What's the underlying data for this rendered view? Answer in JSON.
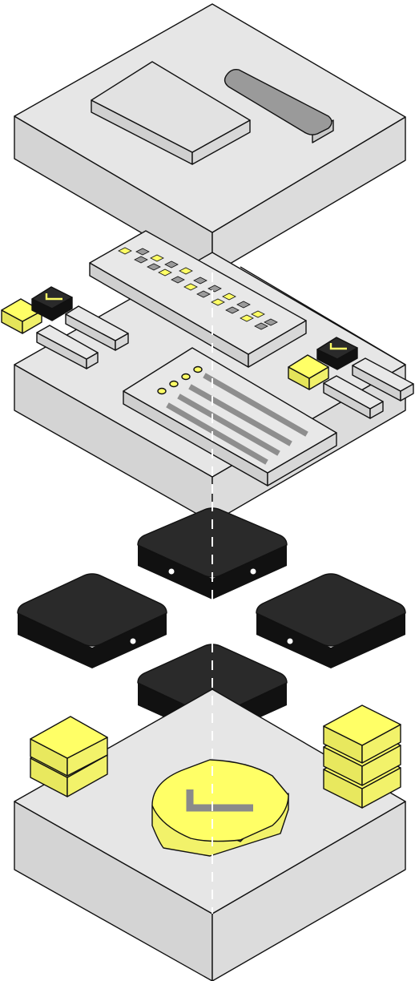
{
  "diagram": {
    "layers": [
      {
        "id": "layer-1",
        "label": "",
        "description_icon": "window-panel-icon"
      },
      {
        "id": "layer-2",
        "label": "",
        "description_icon": "dashboard-panel-icon"
      },
      {
        "id": "layer-3",
        "label": "",
        "description_icon": "node-cluster-icon"
      },
      {
        "id": "layer-4",
        "label": "",
        "description_icon": "shield-check-icon"
      }
    ],
    "colors": {
      "light_gray_top": "#e6e6e6",
      "light_gray_side": "#d6d6d6",
      "light_gray_dark": "#c8c8c8",
      "mid_gray": "#9a9a9a",
      "dark_block": "#2a2a2a",
      "black": "#111111",
      "accent_yellow": "#ffff66",
      "white": "#ffffff"
    }
  }
}
